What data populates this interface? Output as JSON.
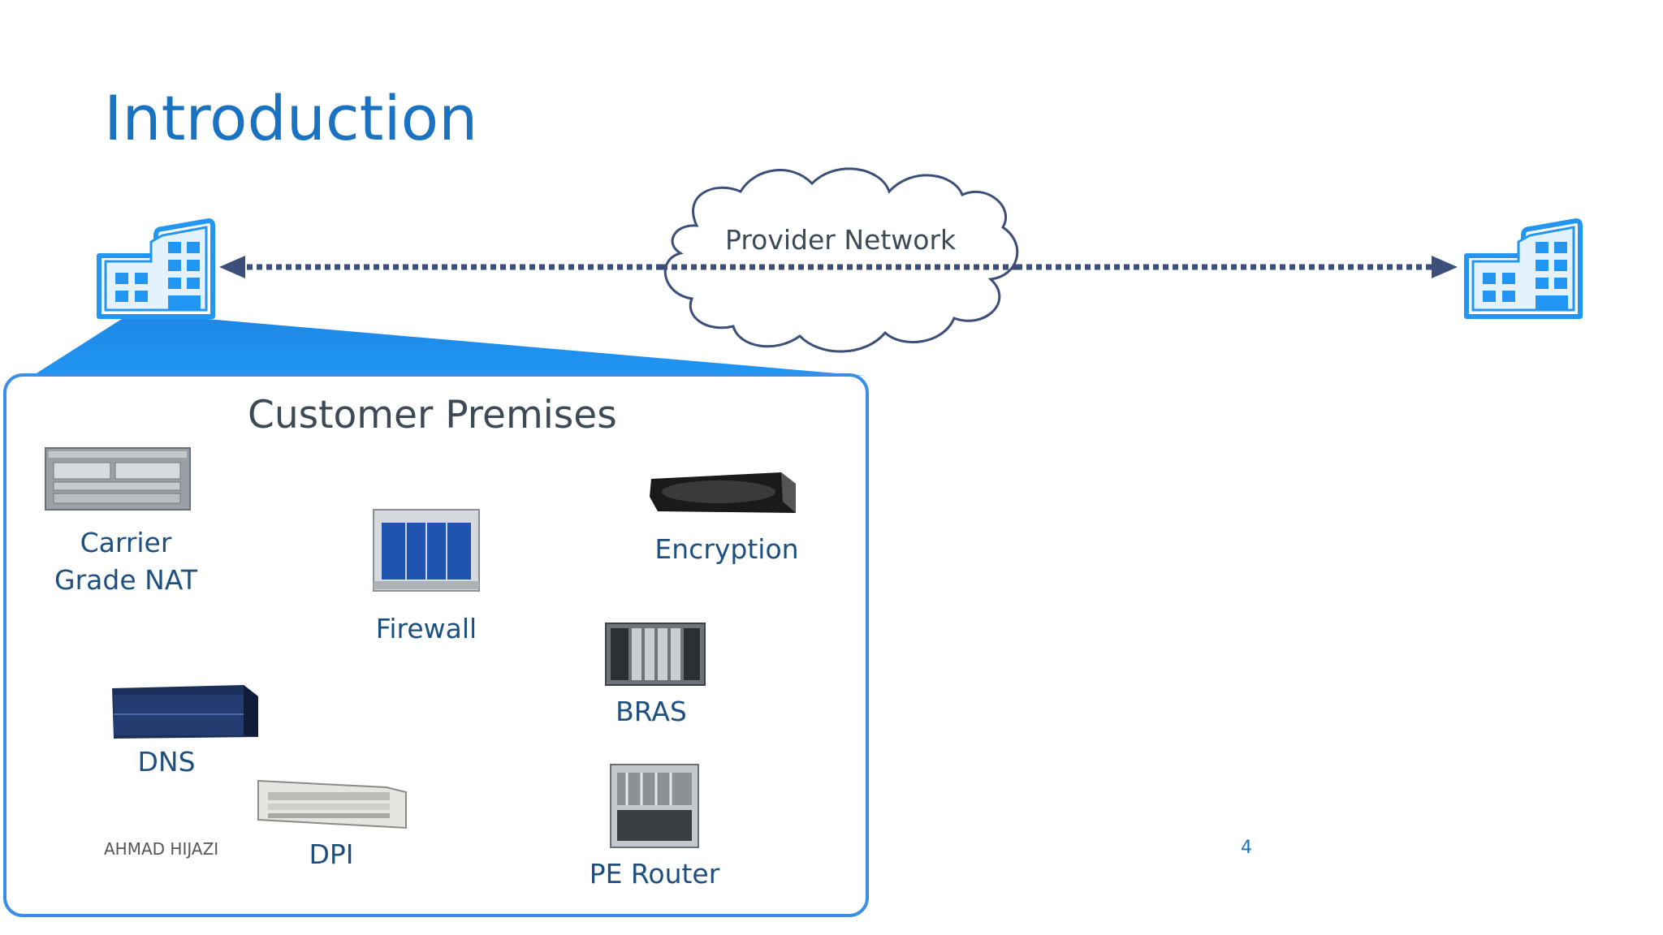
{
  "slide": {
    "title": "Introduction",
    "footer_author": "AHMAD HIJAZI",
    "page_number": "4"
  },
  "diagram": {
    "cloud_label": "Provider Network",
    "customer_premises_title": "Customer Premises",
    "devices": [
      {
        "id": "cgnat",
        "label_line1": "Carrier",
        "label_line2": "Grade NAT"
      },
      {
        "id": "firewall",
        "label_line1": "Firewall"
      },
      {
        "id": "encryption",
        "label_line1": "Encryption"
      },
      {
        "id": "bras",
        "label_line1": "BRAS"
      },
      {
        "id": "dns",
        "label_line1": "DNS"
      },
      {
        "id": "dpi",
        "label_line1": "DPI"
      },
      {
        "id": "pe_router",
        "label_line1": "PE Router"
      }
    ],
    "icons": [
      "building-icon-left",
      "building-icon-right",
      "cloud-icon",
      "bidirectional-arrow"
    ]
  },
  "colors": {
    "accent": "#1a73c2",
    "building": "#2196f3",
    "arrow": "#3b4f7a",
    "label": "#1d4f80"
  }
}
